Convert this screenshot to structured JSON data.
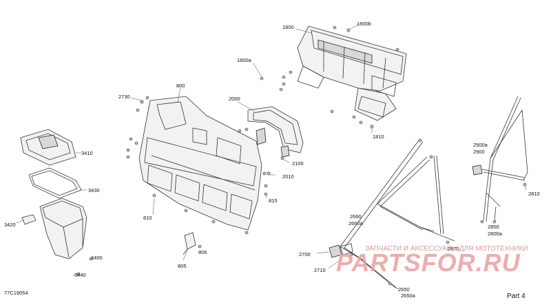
{
  "diagram": {
    "callouts": {
      "c1800": "1800",
      "c1800b": "1800b",
      "c1800a": "1800a",
      "c800": "800",
      "c2730": "2730",
      "c2000": "2000",
      "c1810": "1810",
      "c3410": "3410",
      "c3430": "3430",
      "c3420": "3420",
      "c3400": "3400",
      "c3440": "3440",
      "c810": "810",
      "c806": "806",
      "c805": "805",
      "c815": "815",
      "c2010": "2010",
      "c2100": "2100",
      "c2660": "2660",
      "c2660a": "2660a",
      "c2700": "2700",
      "c2710": "2710",
      "c2670": "2670",
      "c2650": "2650",
      "c2650a": "2650a",
      "c2900a": "2900a",
      "c2900": "2900",
      "c2810": "2810",
      "c2800": "2800",
      "c2800a": "2800a"
    },
    "figure_id": "77C19054",
    "page_label": "Part 4"
  },
  "watermark": {
    "top_text": "ЗАПЧАСТИ И АКСЕССУАРЫ ДЛЯ МОТОТЕХНИКИ",
    "brand": "PARTSFOR.RU"
  },
  "colors": {
    "watermark": "#e8a0a0",
    "line": "#333333"
  }
}
